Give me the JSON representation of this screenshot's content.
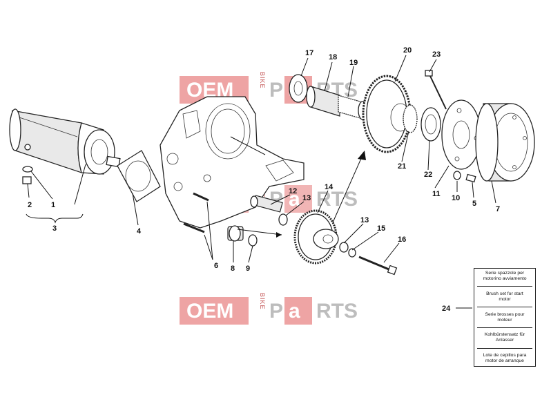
{
  "watermark": {
    "left_text": "OEM",
    "side_text": "BIKE",
    "right_text": "RTS",
    "p_text": "P",
    "a_text": "a",
    "colors": {
      "red": "#e05a5a",
      "pale_red": "#f4c0c0",
      "grey": "#bdbdbd"
    }
  },
  "callouts": [
    {
      "id": "c1",
      "text": "1"
    },
    {
      "id": "c2",
      "text": "2"
    },
    {
      "id": "c3",
      "text": "3"
    },
    {
      "id": "c4",
      "text": "4"
    },
    {
      "id": "c5",
      "text": "5"
    },
    {
      "id": "c6",
      "text": "6"
    },
    {
      "id": "c7",
      "text": "7"
    },
    {
      "id": "c8",
      "text": "8"
    },
    {
      "id": "c9",
      "text": "9"
    },
    {
      "id": "c10",
      "text": "10"
    },
    {
      "id": "c11",
      "text": "11"
    },
    {
      "id": "c12",
      "text": "12"
    },
    {
      "id": "c13a",
      "text": "13"
    },
    {
      "id": "c13b",
      "text": "13"
    },
    {
      "id": "c14",
      "text": "14"
    },
    {
      "id": "c15",
      "text": "15"
    },
    {
      "id": "c16",
      "text": "16"
    },
    {
      "id": "c17",
      "text": "17"
    },
    {
      "id": "c18",
      "text": "18"
    },
    {
      "id": "c19",
      "text": "19"
    },
    {
      "id": "c20",
      "text": "20"
    },
    {
      "id": "c21",
      "text": "21"
    },
    {
      "id": "c22",
      "text": "22"
    },
    {
      "id": "c23",
      "text": "23"
    },
    {
      "id": "c24",
      "text": "24"
    }
  ],
  "legend": {
    "items": [
      "Serie spazzole per\nmotorino avviamento",
      "Brush set for start\nmotor",
      "Serie brosses pour\nmoteur",
      "Kohlbürstensatz für\nAnlasser",
      "Lote de cepillos para\nmotor de arranque"
    ]
  }
}
